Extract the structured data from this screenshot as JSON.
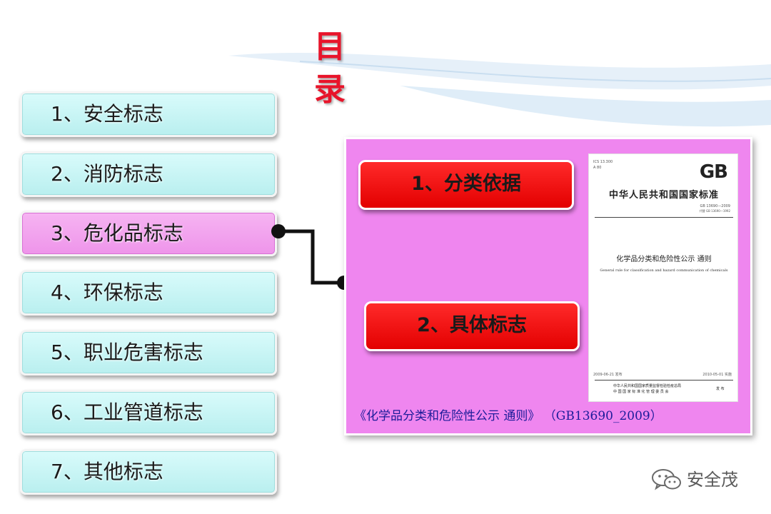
{
  "title": "目 录",
  "menu": {
    "items": [
      {
        "label": "1、安全标志",
        "active": false
      },
      {
        "label": "2、消防标志",
        "active": false
      },
      {
        "label": "3、危化品标志",
        "active": true
      },
      {
        "label": "4、环保标志",
        "active": false
      },
      {
        "label": "5、职业危害标志",
        "active": false
      },
      {
        "label": "6、工业管道标志",
        "active": false
      },
      {
        "label": "7、其他标志",
        "active": false
      }
    ]
  },
  "panel": {
    "buttons": [
      {
        "label": "1、分类依据"
      },
      {
        "label": "2、具体标志"
      }
    ],
    "caption": "《化学品分类和危险性公示  通则》 （GB13690_2009）",
    "document": {
      "ics": "ICS 13.300",
      "ccs": "A 80",
      "logo": "GB",
      "authority": "中华人民共和国国家标准",
      "number": "GB 13690—2009",
      "replaces": "代替 GB 13690—1992",
      "title_cn": "化学品分类和危险性公示  通则",
      "title_en": "General rule for classification and hazard communication of chemicals",
      "issued": "2009-06-21 发布",
      "implemented": "2010-05-01 实施",
      "issuer_1": "中华人民共和国国家质量监督检验检疫总局",
      "issuer_2": "中 国 国 家 标 准 化 管 理 委 员 会",
      "issue_word": "发 布"
    }
  },
  "watermark": {
    "text": "安全茂",
    "icon": "wechat-icon"
  },
  "colors": {
    "title": "#e8142a",
    "menu_default": "#c8f4f4",
    "menu_active": "#f0a0ec",
    "panel": "#ef86ef",
    "button": "#ff0000",
    "caption": "#1c1c9a"
  }
}
